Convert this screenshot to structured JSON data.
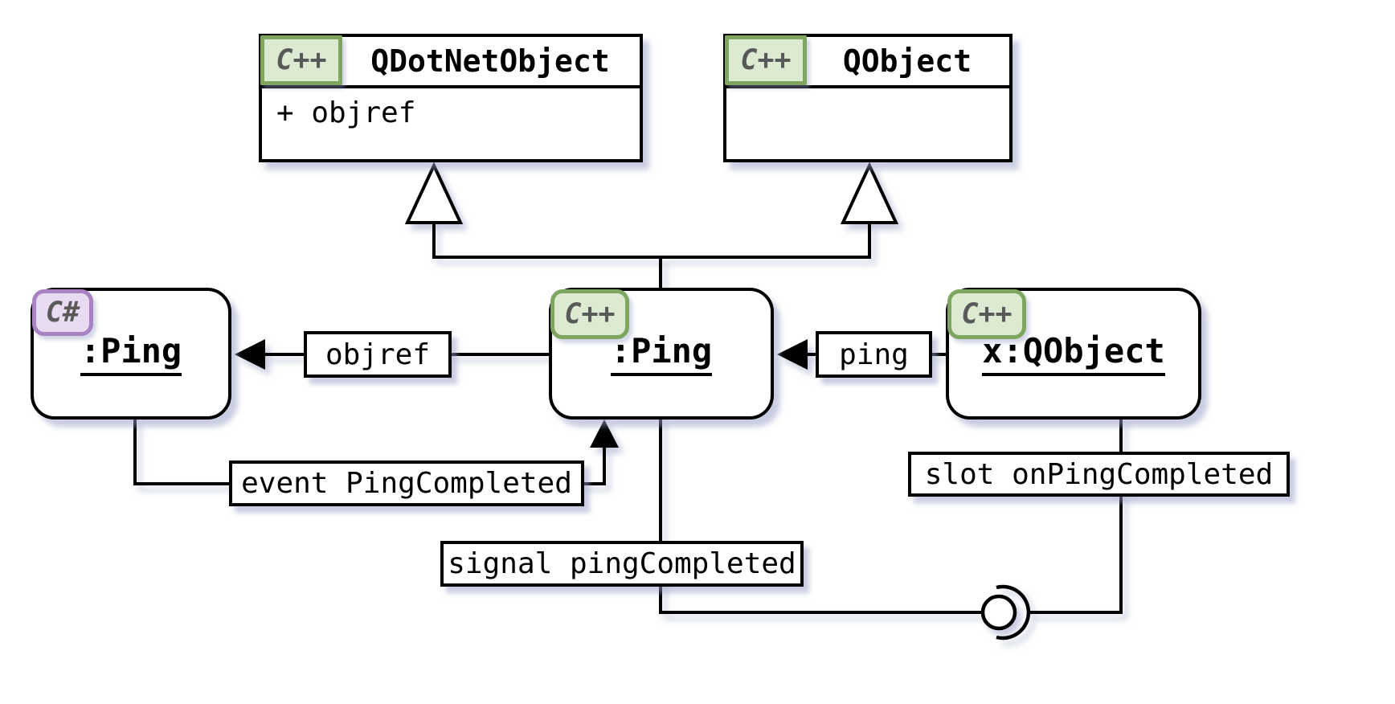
{
  "diagram": {
    "classes": {
      "qdotnetobject": {
        "badge": "C++",
        "title": "QDotNetObject",
        "members": [
          "+ objref"
        ]
      },
      "qobject": {
        "badge": "C++",
        "title": "QObject",
        "members": []
      },
      "csharp_ping": {
        "badge": "C#",
        "title": ":Ping"
      },
      "cpp_ping": {
        "badge": "C++",
        "title": ":Ping"
      },
      "x_qobject": {
        "badge": "C++",
        "title": "x:QObject"
      }
    },
    "labels": {
      "objref": "objref",
      "ping": "ping",
      "event": "event PingCompleted",
      "signal": "signal pingCompleted",
      "slot": "slot onPingCompleted"
    },
    "colors": {
      "cpp_badge_bg": "#dcead2",
      "cpp_badge_border": "#7fa661",
      "csharp_badge_bg": "#e8daf0",
      "csharp_badge_border": "#a982c4",
      "badge_text": "#595959",
      "line": "#000000",
      "shadow_tint": "#919bc3"
    }
  }
}
